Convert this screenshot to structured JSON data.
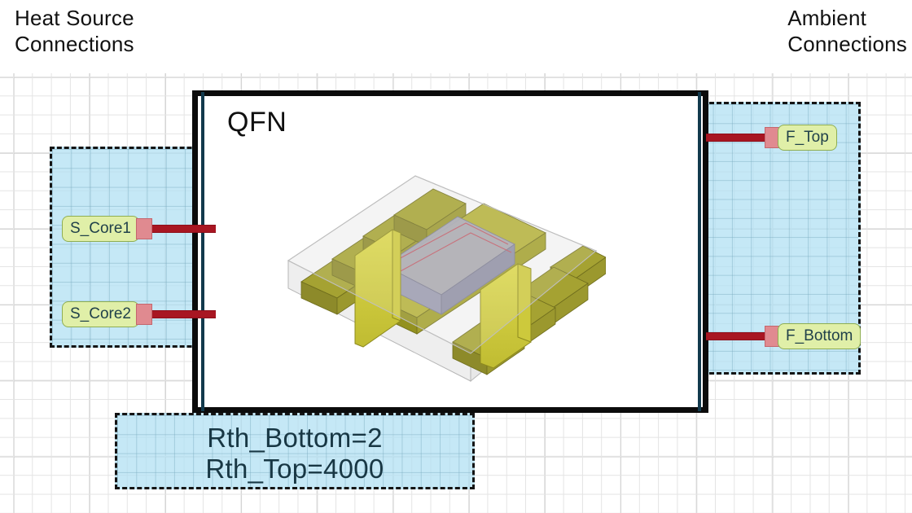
{
  "headings": {
    "heat_source": "Heat Source\nConnections",
    "ambient": "Ambient\nConnections"
  },
  "package": {
    "title": "QFN",
    "model_name": "qfn-package-3d-model"
  },
  "connections": {
    "heat_source": [
      {
        "label": "S_Core1",
        "port_icon": "connector-port-icon"
      },
      {
        "label": "S_Core2",
        "port_icon": "connector-port-icon"
      }
    ],
    "ambient": [
      {
        "label": "F_Top",
        "port_icon": "connector-port-icon"
      },
      {
        "label": "F_Bottom",
        "port_icon": "connector-port-icon"
      }
    ]
  },
  "parameters": {
    "text": "Rth_Bottom=2\nRth_Top=4000",
    "items": [
      {
        "name": "Rth_Bottom",
        "value": "2"
      },
      {
        "name": "Rth_Top",
        "value": "4000"
      }
    ]
  },
  "colors": {
    "zone_fill": "#aedff2",
    "zone_border": "#141414",
    "package_border": "#0b0b0b",
    "label_fill": "#e0efa8",
    "label_border": "#8fae52",
    "label_text": "#21414a",
    "wire": "#a81622",
    "port": "#e08a90",
    "teal_stripe": "#123a4d",
    "grid_minor": "#e4e4e4",
    "grid_major": "#c2c2c2",
    "lead_frame": "#c8c43a",
    "lead_pad": "#8d8a2a",
    "mold_compound": "#d8d8d8",
    "die": "#9b9bb0"
  }
}
